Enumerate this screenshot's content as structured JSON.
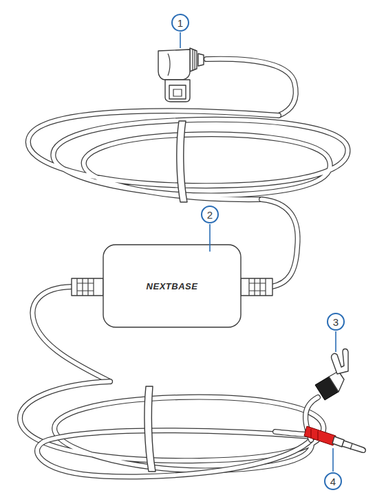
{
  "diagram": {
    "labels": [
      "1",
      "2",
      "3",
      "4",
      "NEXTBASE"
    ]
  }
}
